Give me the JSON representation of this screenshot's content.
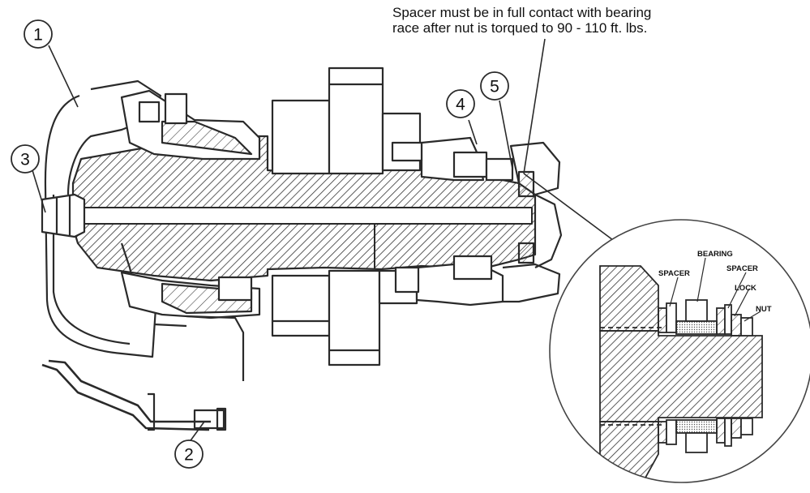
{
  "note": {
    "line1": "Spacer must be in full contact with bearing",
    "line2": "race after nut is torqued to 90 - 110 ft. lbs."
  },
  "callouts": [
    "1",
    "2",
    "3",
    "4",
    "5"
  ],
  "detail_labels": {
    "bearing": "BEARING",
    "spacer_left": "SPACER",
    "spacer_right": "SPACER",
    "lock": "LOCK",
    "nut": "NUT"
  },
  "colors": {
    "ink": "#2a2a2a",
    "background": "#ffffff"
  }
}
